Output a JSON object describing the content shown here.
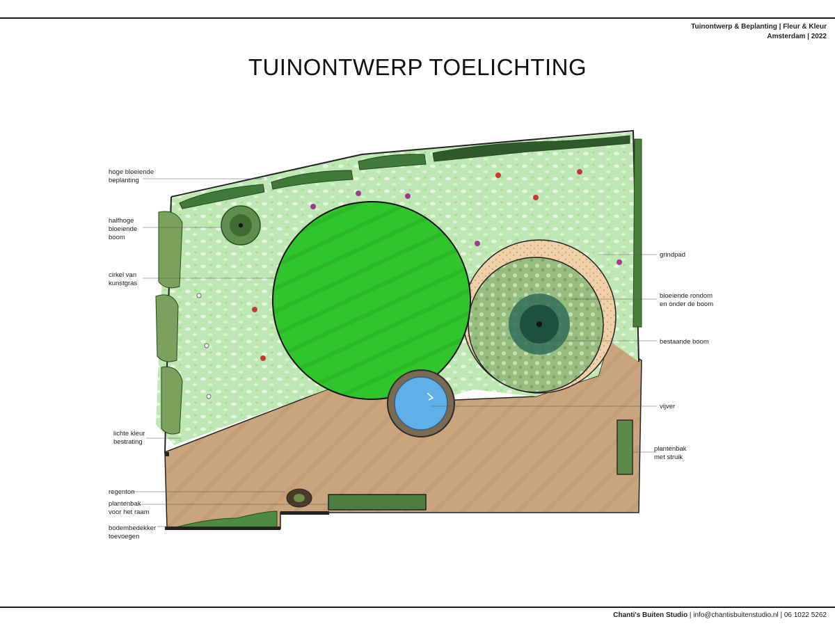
{
  "header": {
    "line1": "Tuinontwerp & Beplanting | Fleur & Kleur",
    "line2": "Amsterdam | 2022"
  },
  "title": "TUINONTWERP TOELICHTING",
  "footer": {
    "studio": "Chanti's Buiten Studio",
    "contact": " | info@chantisbuitenstudio.nl | 06 1022 5262"
  },
  "labels_left": [
    [
      "hoge bloeiende",
      "beplanting"
    ],
    [
      "halfhoge",
      "bloeiende",
      "boom"
    ],
    [
      "cirkel van",
      "kunstgras"
    ],
    [
      "lichte kleur",
      "bestrating"
    ],
    [
      "regenton"
    ],
    [
      "plantenbak",
      "voor het raam"
    ],
    [
      "bodembedekker",
      "toevoegen"
    ]
  ],
  "labels_right": [
    [
      "grindpad"
    ],
    [
      "bloeiende rondom",
      "en onder de boom"
    ],
    [
      "bestaande boom"
    ],
    [
      "vijver"
    ],
    [
      "plantenbak",
      "met struik"
    ]
  ],
  "colors": {
    "lawn": "#bfe7b4",
    "artificial_grass": "#2ec22a",
    "paving": "#c9a27a",
    "gravel": "#e8c39a",
    "pond": "#5fb0e6",
    "hedge": "#3f6f3c",
    "tree_bed": "#8fb77a"
  }
}
